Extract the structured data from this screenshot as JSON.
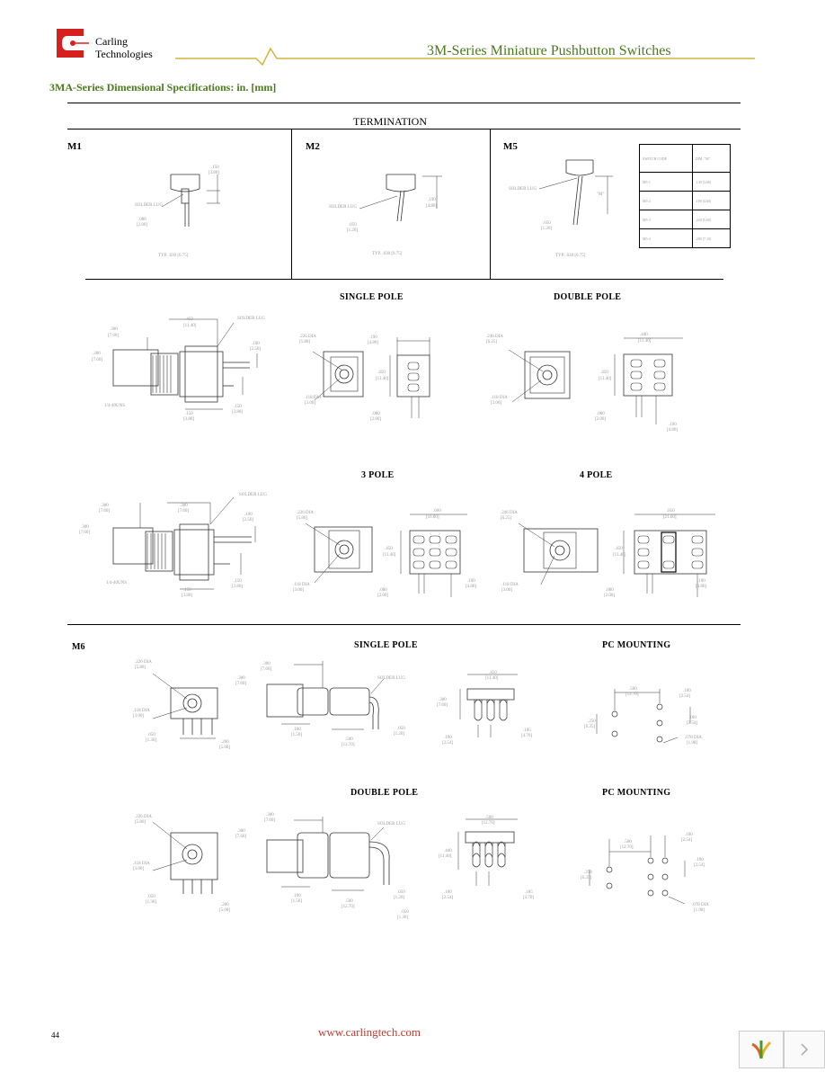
{
  "header": {
    "company_line1": "Carling",
    "company_line2": "Technologies",
    "series_title": "3M-Series Miniature Pushbutton Switches",
    "accent_color": "#4a7a1c",
    "logo_color": "#d62020"
  },
  "spec_title": "3MA-Series Dimensional Specifications: in. [mm]",
  "termination": {
    "title": "TERMINATION",
    "m1": {
      "label": "M1",
      "dims": [
        ".150",
        "[3.80]",
        "SOLDER LUG",
        ".080",
        "[2.00]",
        "TYP. .030 [0.75]"
      ]
    },
    "m2": {
      "label": "M2",
      "dims": [
        ".190",
        "[4.80]",
        "SOLDER LUG",
        ".050",
        "[1.20]",
        "TYP. .030 [0.75]"
      ]
    },
    "m5": {
      "label": "M5",
      "dims": [
        "SOLDER LUG",
        "\"M\"",
        ".050",
        "[1.20]",
        "TYP. .030 [0.75]"
      ]
    },
    "table": {
      "rows": [
        [
          "SWITCH CODE",
          "DIM. \"M\""
        ],
        [
          "M5-1",
          ".140 [3.60]"
        ],
        [
          "M5-2",
          ".180 [4.60]"
        ],
        [
          "M5-3",
          ".220 [5.60]"
        ],
        [
          "M5-4",
          ".280 [7.10]"
        ]
      ]
    }
  },
  "sections": {
    "single_pole": "SINGLE POLE",
    "double_pole": "DOUBLE POLE",
    "three_pole": "3 POLE",
    "four_pole": "4 POLE",
    "m6_label": "M6",
    "m6_single_pole": "SINGLE POLE",
    "m6_double_pole": "DOUBLE POLE",
    "pc_mounting_1": "PC MOUNTING",
    "pc_mounting_2": "PC MOUNTING"
  },
  "dims_row1": {
    "side_a": ".300",
    "side_b": "[7.60]",
    "side_c": ".450",
    "side_d": "[11.40]",
    "lug": "SOLDER LUG",
    "side_e": ".300",
    "side_f": "[7.60]",
    "thread": "1/4-40UNS",
    "side_g": ".100",
    "side_h": "[2.50]",
    "side_i": ".150",
    "side_j": "[3.80]",
    "sp_dia1": ".226 DIA",
    "sp_dia1b": "[5.80]",
    "sp_w": ".190",
    "sp_wb": "[4.80]",
    "sp_dia2": ".118 DIA",
    "sp_dia2b": "[3.00]",
    "sp_h": ".450",
    "sp_hb": "[11.40]",
    "sp_p": ".080",
    "sp_pb": "[2.00]",
    "dp_dia1": ".246 DIA",
    "dp_dia1b": "[6.25]",
    "dp_dia2": ".118 DIA",
    "dp_dia2b": "[3.00]",
    "dp_w": ".440",
    "dp_wb": "[11.40]",
    "dp_h": ".450",
    "dp_hb": "[11.40]",
    "dp_p": ".080",
    "dp_pb": "[2.00]",
    "dp_q": ".190",
    "dp_qb": "[4.80]"
  },
  "dims_row2": {
    "side_a": ".300",
    "side_b": "[7.60]",
    "side_c": ".300",
    "side_d": "[7.60]",
    "side_e": ".500",
    "side_f": "[12.80]",
    "lug": "SOLDER LUG",
    "thread": "1/4-40UNS",
    "side_g": ".100",
    "side_h": "[2.50]",
    "side_i": ".150",
    "side_j": "[3.80]",
    "p3_dia1": ".226 DIA",
    "p3_dia1b": "[5.80]",
    "p3_dia2": ".118 DIA",
    "p3_dia2b": "[3.00]",
    "p3_w": ".660",
    "p3_wb": "[16.80]",
    "p3_h": ".450",
    "p3_hb": "[11.40]",
    "p3_p": ".080",
    "p3_pb": "[2.00]",
    "p3_q": ".190",
    "p3_qb": "[4.80]",
    "p4_dia1": ".246 DIA",
    "p4_dia1b": "[6.25]",
    "p4_dia2": ".118 DIA",
    "p4_dia2b": "[3.00]",
    "p4_w": ".850",
    "p4_wb": "[21.60]",
    "p4_h": ".450",
    "p4_hb": "[11.40]",
    "p4_p": ".080",
    "p4_pb": "[2.00]",
    "p4_q": ".190",
    "p4_qb": "[4.80]"
  },
  "dims_m6_sp": {
    "dia1": ".226 DIA",
    "dia1b": "[5.80]",
    "dia2": ".118 DIA",
    "dia2b": "[3.00]",
    "a": ".050",
    "ab": "[1.30]",
    "b": ".200",
    "bb": "[5.08]",
    "c": ".300",
    "cb": "[7.60]",
    "d": ".300",
    "db": "[7.60]",
    "e": ".100",
    "eb": "[1.50]",
    "f": ".500",
    "fb": "[12.70]",
    "g": ".050",
    "gb": "[1.20]",
    "lug": "SOLDER LUG",
    "h": ".450",
    "hb": "[11.40]",
    "i": ".300",
    "ib": "[7.60]",
    "j": ".100",
    "jb": "[2.54]",
    "k": ".185",
    "kb": "[4.70]",
    "pc_a": ".500",
    "pc_ab": "[12.70]",
    "pc_b": ".100",
    "pc_bb": "[2.54]",
    "pc_c": ".250",
    "pc_cb": "[6.35]",
    "pc_d": ".100",
    "pc_db": "[2.54]",
    "pc_dia": ".078 DIA",
    "pc_diab": "[1.98]"
  },
  "dims_m6_dp": {
    "dia1": ".226 DIA",
    "dia1b": "[5.80]",
    "dia2": ".118 DIA",
    "dia2b": "[3.00]",
    "a": ".050",
    "ab": "[1.30]",
    "b": ".200",
    "bb": "[5.08]",
    "c": ".300",
    "cb": "[7.60]",
    "d": ".300",
    "db": "[7.60]",
    "e": ".100",
    "eb": "[1.50]",
    "f": ".500",
    "fb": "[12.70]",
    "g": ".050",
    "gb": "[1.20]",
    "g2": ".050",
    "g2b": "[1.30]",
    "lug": "SOLDER LUG",
    "h": ".500",
    "hb": "[12.70]",
    "i": ".440",
    "ib": "[11.40]",
    "j": ".100",
    "jb": "[2.54]",
    "k": ".185",
    "kb": "[4.70]",
    "pc_a": ".500",
    "pc_ab": "[12.70]",
    "pc_b": ".100",
    "pc_bb": "[2.54]",
    "pc_c": ".250",
    "pc_cb": "[6.35]",
    "pc_d": ".100",
    "pc_db": "[2.54]",
    "pc_dia": ".078 DIA",
    "pc_diab": "[1.98]"
  },
  "footer": {
    "page_number": "44",
    "url": "www.carlingtech.com",
    "url_color": "#c0392b"
  }
}
